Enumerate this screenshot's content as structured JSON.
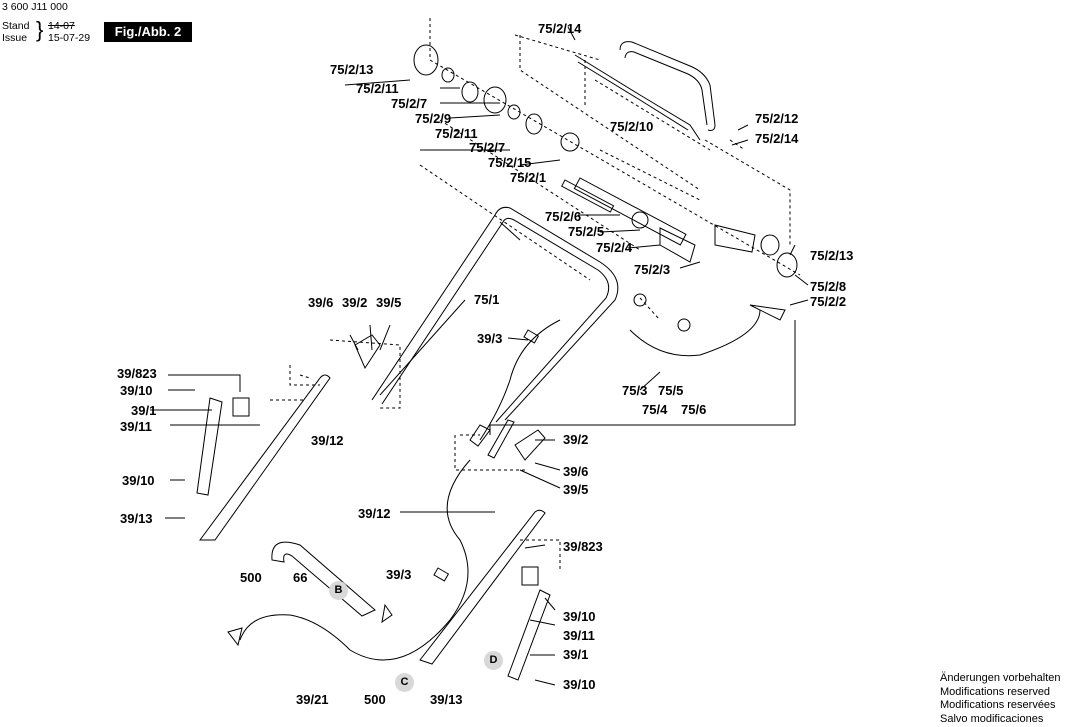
{
  "header": {
    "doc_number": "3 600 J11 000",
    "stand_label": "Stand",
    "issue_label": "Issue",
    "stand_old_date": "14-07",
    "issue_date": "15-07-29",
    "figure_title": "Fig./Abb. 2"
  },
  "labels": {
    "l_75_2_14_top": "75/2/14",
    "l_75_2_13_a": "75/2/13",
    "l_75_2_11_a": "75/2/11",
    "l_75_2_7_a": "75/2/7",
    "l_75_2_9": "75/2/9",
    "l_75_2_11_b": "75/2/11",
    "l_75_2_7_b": "75/2/7",
    "l_75_2_15": "75/2/15",
    "l_75_2_1": "75/2/1",
    "l_75_2_10": "75/2/10",
    "l_75_2_12": "75/2/12",
    "l_75_2_14_r": "75/2/14",
    "l_75_2_6": "75/2/6",
    "l_75_2_5": "75/2/5",
    "l_75_2_4": "75/2/4",
    "l_75_2_3": "75/2/3",
    "l_75_2_13_b": "75/2/13",
    "l_75_2_8": "75/2/8",
    "l_75_2_2": "75/2/2",
    "l_75_1": "75/1",
    "l_39_6_a": "39/6",
    "l_39_2_a": "39/2",
    "l_39_5_a": "39/5",
    "l_39_3_a": "39/3",
    "l_75_3": "75/3",
    "l_75_5": "75/5",
    "l_75_4": "75/4",
    "l_75_6": "75/6",
    "l_39_823_a": "39/823",
    "l_39_10_a": "39/10",
    "l_39_1_a": "39/1",
    "l_39_11_a": "39/11",
    "l_39_12_a": "39/12",
    "l_39_10_b": "39/10",
    "l_39_13_a": "39/13",
    "l_39_2_b": "39/2",
    "l_39_6_b": "39/6",
    "l_39_5_b": "39/5",
    "l_39_12_b": "39/12",
    "l_39_823_b": "39/823",
    "l_500_a": "500",
    "l_66": "66",
    "l_39_3_b": "39/3",
    "l_39_10_c": "39/10",
    "l_39_11_b": "39/11",
    "l_39_1_b": "39/1",
    "l_39_10_d": "39/10",
    "l_39_21": "39/21",
    "l_500_b": "500",
    "l_39_13_b": "39/13"
  },
  "callouts": {
    "B": "B",
    "C": "C",
    "D": "D"
  },
  "footer": {
    "line1": "Änderungen vorbehalten",
    "line2": "Modifications reserved",
    "line3": "Modifications reservées",
    "line4": "Salvo modificaciones"
  }
}
